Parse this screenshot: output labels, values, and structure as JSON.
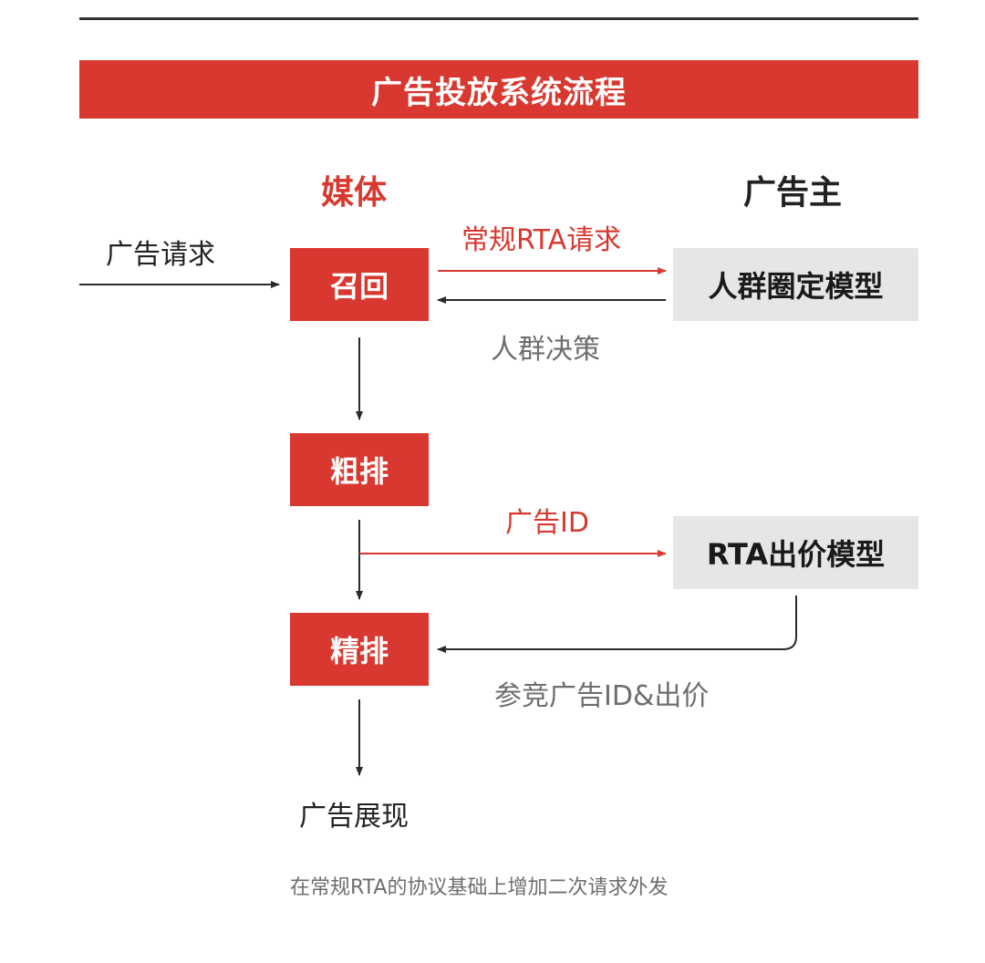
{
  "title": "广告投放系统流程",
  "columns": {
    "media": "媒体",
    "advertiser": "广告主"
  },
  "nodes": {
    "recall": "召回",
    "coarse_rank": "粗排",
    "fine_rank": "精排",
    "crowd_model": "人群圈定模型",
    "bid_model": "RTA出价模型"
  },
  "edge_labels": {
    "ad_request": "广告请求",
    "rta_request": "常规RTA请求",
    "crowd_decision": "人群决策",
    "ad_id": "广告ID",
    "bid_result": "参竞广告ID&出价",
    "ad_display": "广告展现"
  },
  "footnote": "在常规RTA的协议基础上增加二次请求外发",
  "colors": {
    "accent_red": "#d8382f",
    "node_gray": "#e6e6e6",
    "text_dark": "#222222",
    "text_gray": "#6e6e6e",
    "arrow_dark": "#2a2a2a"
  }
}
